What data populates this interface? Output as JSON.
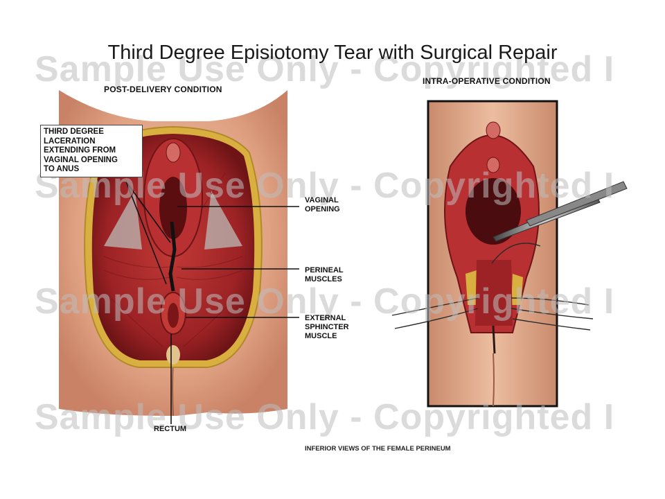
{
  "title": "Third Degree Episiotomy Tear with Surgical Repair",
  "left_panel": {
    "heading": "POST-DELIVERY CONDITION",
    "box_label": "THIRD DEGREE\nLACERATION\nEXTENDING FROM\nVAGINAL OPENING\nTO ANUS",
    "labels": {
      "vaginal_opening": "VAGINAL\nOPENING",
      "perineal_muscles": "PERINEAL\nMUSCLES",
      "external_sphincter": "EXTERNAL\nSPHINCTER\nMUSCLE",
      "rectum": "RECTUM"
    }
  },
  "right_panel": {
    "heading": "INTRA-OPERATIVE CONDITION"
  },
  "footer": "INFERIOR VIEWS OF THE FEMALE PERINEUM",
  "watermark": "Sample Use Only - Copyrighted I",
  "colors": {
    "skin": "#e2a88a",
    "skin_shadow": "#c98668",
    "muscle": "#a8262a",
    "muscle_dark": "#6e1416",
    "fat": "#d9b040",
    "frame": "#111111"
  }
}
